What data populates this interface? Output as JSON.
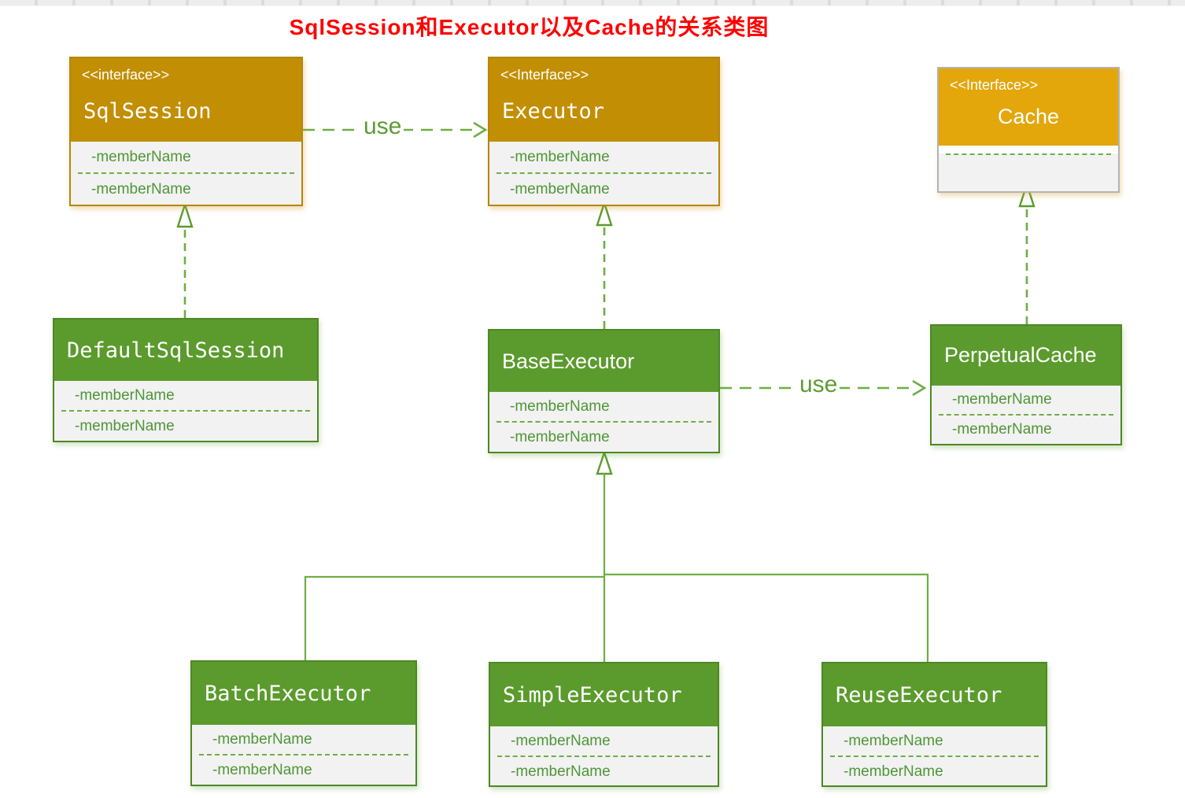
{
  "title": "SqlSession和Executor以及Cache的关系类图",
  "classes": {
    "sqlsession": {
      "stereotype": "<<interface>>",
      "name": "SqlSession",
      "members": [
        "-memberName",
        "-memberName"
      ]
    },
    "executor": {
      "stereotype": "<<Interface>>",
      "name": "Executor",
      "members": [
        "-memberName",
        "-memberName"
      ]
    },
    "cache": {
      "stereotype": "<<Interface>>",
      "name": "Cache",
      "members": []
    },
    "default_sqlsession": {
      "name": "DefaultSqlSession",
      "members": [
        "-memberName",
        "-memberName"
      ]
    },
    "base_executor": {
      "name": "BaseExecutor",
      "members": [
        "-memberName",
        "-memberName"
      ]
    },
    "perpetual_cache": {
      "name": "PerpetualCache",
      "members": [
        "-memberName",
        "-memberName"
      ]
    },
    "batch_executor": {
      "name": "BatchExecutor",
      "members": [
        "-memberName",
        "-memberName"
      ]
    },
    "simple_executor": {
      "name": "SimpleExecutor",
      "members": [
        "-memberName",
        "-memberName"
      ]
    },
    "reuse_executor": {
      "name": "ReuseExecutor",
      "members": [
        "-memberName",
        "-memberName"
      ]
    }
  },
  "relations": [
    {
      "from": "SqlSession",
      "to": "Executor",
      "type": "dependency",
      "label": "use"
    },
    {
      "from": "BaseExecutor",
      "to": "PerpetualCache",
      "type": "dependency",
      "label": "use"
    },
    {
      "from": "DefaultSqlSession",
      "to": "SqlSession",
      "type": "realization"
    },
    {
      "from": "BaseExecutor",
      "to": "Executor",
      "type": "realization"
    },
    {
      "from": "PerpetualCache",
      "to": "Cache",
      "type": "realization"
    },
    {
      "from": "BatchExecutor",
      "to": "BaseExecutor",
      "type": "generalization"
    },
    {
      "from": "SimpleExecutor",
      "to": "BaseExecutor",
      "type": "generalization"
    },
    {
      "from": "ReuseExecutor",
      "to": "BaseExecutor",
      "type": "generalization"
    }
  ],
  "colors": {
    "title": "#FF0000",
    "interface_header": "#C28E04",
    "cache_header": "#E3A60B",
    "class_header": "#5B9B2D",
    "member_text": "#4F9637",
    "connector": "#6FAE44"
  }
}
